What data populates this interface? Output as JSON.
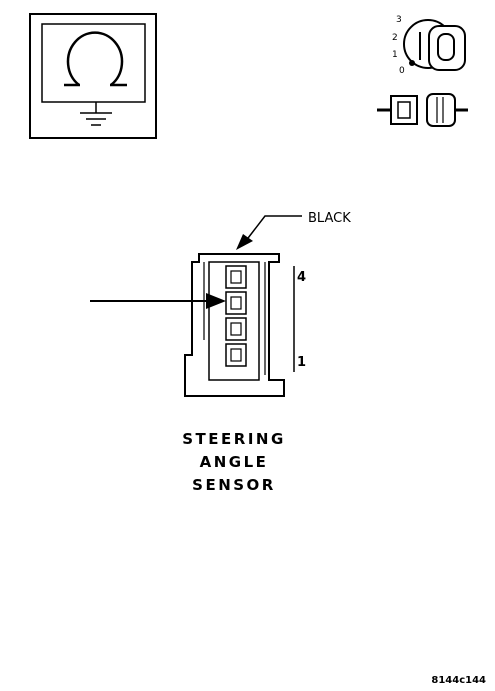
{
  "wire_color_label": "BLACK",
  "pin_labels": {
    "top": "4",
    "bottom": "1"
  },
  "connector_title_lines": [
    "STEERING",
    "ANGLE",
    "SENSOR"
  ],
  "ignition_positions": [
    "3",
    "2",
    "1",
    "0"
  ],
  "figure_code": "8144c144",
  "icons": {
    "meter": "ohmmeter-ground-icon",
    "ignition": "ignition-key-off-icon",
    "connector": "disconnected-connector-icon"
  }
}
